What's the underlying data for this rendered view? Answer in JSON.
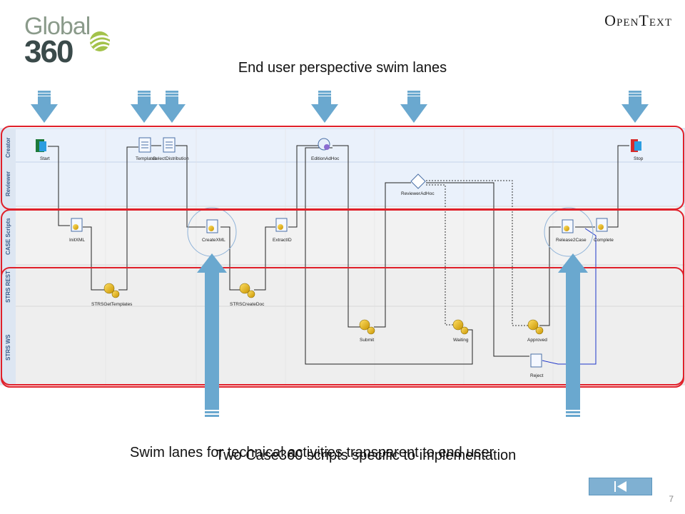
{
  "header": {
    "brand_word": "Global",
    "brand_num": "360",
    "partner": "OpenText"
  },
  "title": "End user perspective swim lanes",
  "lanes": [
    "Creator",
    "Reviewer",
    "CASE Scripts",
    "STRS REST",
    "STRS WS"
  ],
  "nodes": {
    "start": "Start",
    "templates": "Templates",
    "select_distribution": "SelectDistribution",
    "edition_adhoc": "EditionAdHoc",
    "stop": "Stop",
    "reviewer_adhoc": "ReviewerAdHoc",
    "init_xml": "InitXML",
    "create_xml": "CreateXML",
    "extract_id": "ExtractID",
    "release2case": "Release2Case",
    "complete": "Complete",
    "strs_get_templates": "STRSGetTemplates",
    "strs_create_doc": "STRSCreateDoc",
    "submit": "Submit",
    "waiting": "Waiting",
    "approved": "Approved",
    "reject": "Reject"
  },
  "captions": {
    "swim_lanes": "Swim lanes for technical activities transparent to end user",
    "two_scripts": "Two Case360 scripts specific to implementation"
  },
  "footer": {
    "page_number": "7"
  },
  "colors": {
    "arrow": "#6aa8cf",
    "highlight": "#e0202a",
    "lane_blue": "#e9f0fa",
    "lane_gray": "#eeeeee"
  }
}
